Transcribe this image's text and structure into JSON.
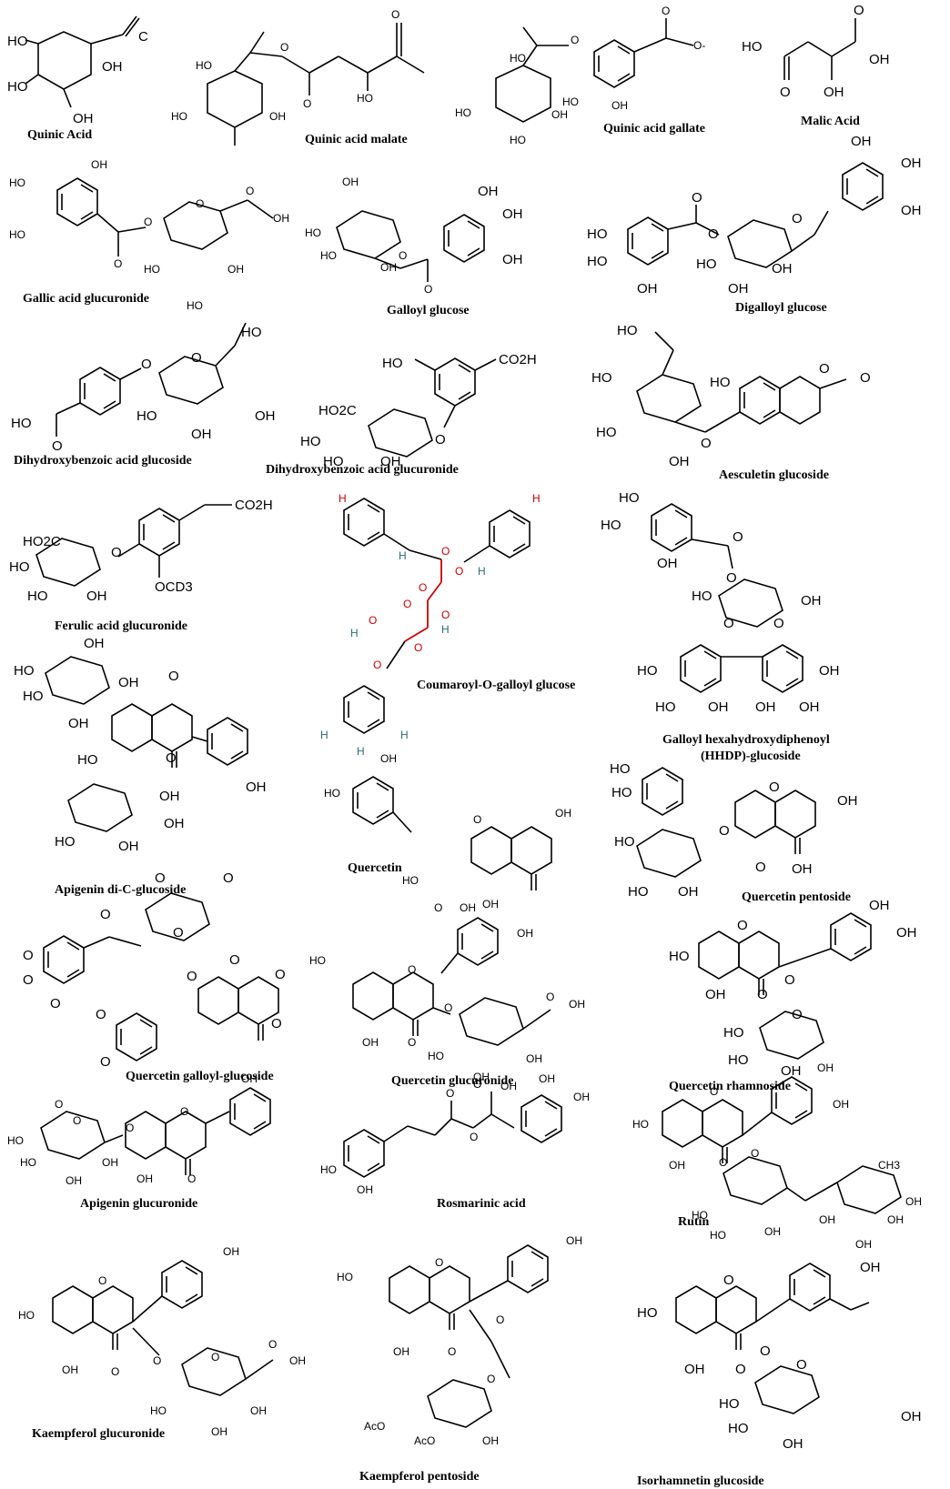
{
  "labels": {
    "ho": "HO",
    "oh": "OH",
    "o": "O",
    "ho_s": "HO",
    "oh_s": "OH",
    "o_minus": "O-",
    "co2h": "CO2H",
    "ho2c": "HO2C",
    "ocd3": "OCD3",
    "aco": "AcO",
    "ch3": "CH3",
    "h": "H",
    "c": "C"
  },
  "compounds": [
    {
      "id": "quinic-acid",
      "name": "Quinic Acid"
    },
    {
      "id": "quinic-acid-malate",
      "name": "Quinic acid malate"
    },
    {
      "id": "quinic-acid-gallate",
      "name": "Quinic acid gallate"
    },
    {
      "id": "malic-acid",
      "name": "Malic Acid"
    },
    {
      "id": "gallic-acid-glucuronide",
      "name": "Gallic acid glucuronide"
    },
    {
      "id": "galloyl-glucose",
      "name": "Galloyl glucose"
    },
    {
      "id": "digalloyl-glucose",
      "name": "Digalloyl glucose"
    },
    {
      "id": "dihydroxybenzoic-acid-glucoside",
      "name": "Dihydroxybenzoic acid glucoside"
    },
    {
      "id": "dihydroxybenzoic-acid-glucuronide",
      "name": "Dihydroxybenzoic acid glucuronide"
    },
    {
      "id": "aesculetin-glucoside",
      "name": "Aesculetin glucoside"
    },
    {
      "id": "ferulic-acid-glucuronide",
      "name": "Ferulic acid glucuronide"
    },
    {
      "id": "coumaroyl-galloyl-glucose",
      "name": "Coumaroyl-O-galloyl glucose"
    },
    {
      "id": "galloyl-hhdp-glucoside",
      "name": "Galloyl hexahydroxydiphenoyl",
      "name2": "(HHDP)-glucoside"
    },
    {
      "id": "apigenin-di-c-glucoside",
      "name": "Apigenin di-C-glucoside"
    },
    {
      "id": "quercetin",
      "name": "Quercetin"
    },
    {
      "id": "quercetin-pentoside",
      "name": "Quercetin pentoside"
    },
    {
      "id": "quercetin-galloyl-glucoside",
      "name": "Quercetin galloyl-glucoside"
    },
    {
      "id": "quercetin-glucuronide",
      "name": "Quercetin glucuronide"
    },
    {
      "id": "quercetin-rhamnoside",
      "name": "Quercetin rhamnoside"
    },
    {
      "id": "apigenin-glucuronide",
      "name": "Apigenin glucuronide"
    },
    {
      "id": "rosmarinic-acid",
      "name": "Rosmarinic acid"
    },
    {
      "id": "rutin",
      "name": "Rutin"
    },
    {
      "id": "kaempferol-glucuronide",
      "name": "Kaempferol  glucuronide"
    },
    {
      "id": "kaempferol-pentoside",
      "name": "Kaempferol pentoside"
    },
    {
      "id": "isorhamnetin-glucoside",
      "name": "Isorhamnetin glucoside"
    }
  ]
}
